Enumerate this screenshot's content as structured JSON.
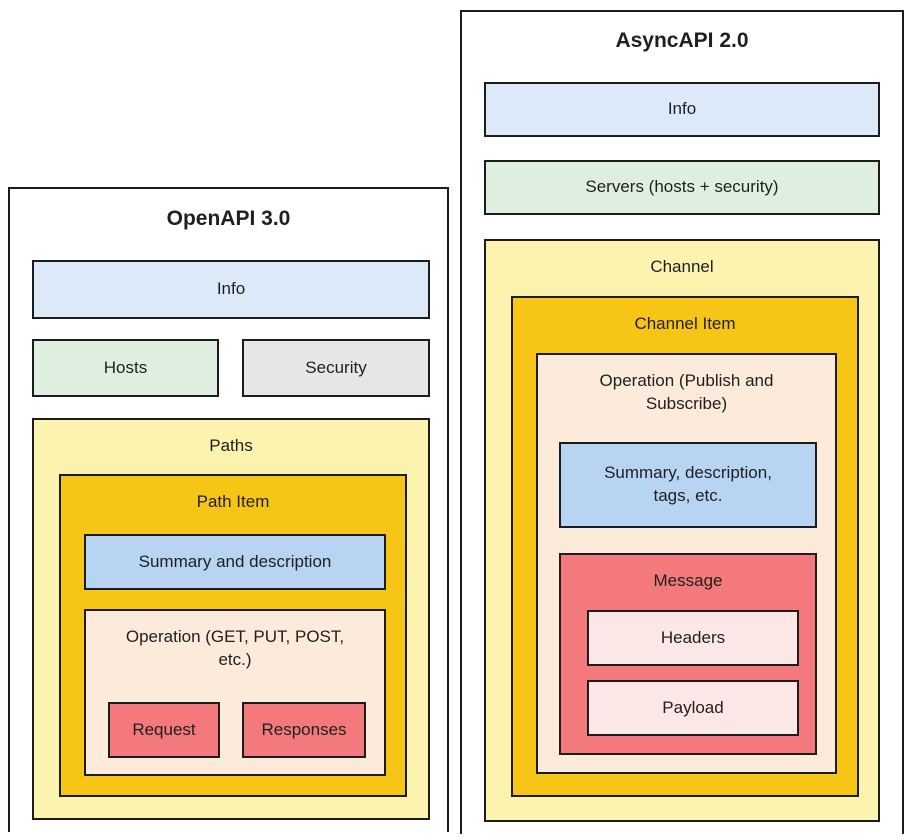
{
  "colors": {
    "border": "#1c1c1c",
    "text": "#1f1f1f",
    "pale_blue": "#dce9f8",
    "mid_blue": "#b7d4f3",
    "pale_green": "#deefdf",
    "light_gray": "#e6e6e7",
    "pale_yellow": "#fbf3ae",
    "gold": "#f7c516",
    "peach": "#fceada",
    "salmon": "#f4797d",
    "pale_pink": "#fce7e7"
  },
  "openapi": {
    "title": "OpenAPI 3.0",
    "info": "Info",
    "hosts": "Hosts",
    "security": "Security",
    "paths": "Paths",
    "path_item": "Path Item",
    "summary": "Summary and description",
    "operation": "Operation (GET, PUT, POST, etc.)",
    "request": "Request",
    "responses": "Responses"
  },
  "asyncapi": {
    "title": "AsyncAPI 2.0",
    "info": "Info",
    "servers": "Servers (hosts + security)",
    "channel": "Channel",
    "channel_item": "Channel Item",
    "operation": "Operation (Publish and Subscribe)",
    "summary": "Summary, description, tags, etc.",
    "message": "Message",
    "headers": "Headers",
    "payload": "Payload"
  }
}
